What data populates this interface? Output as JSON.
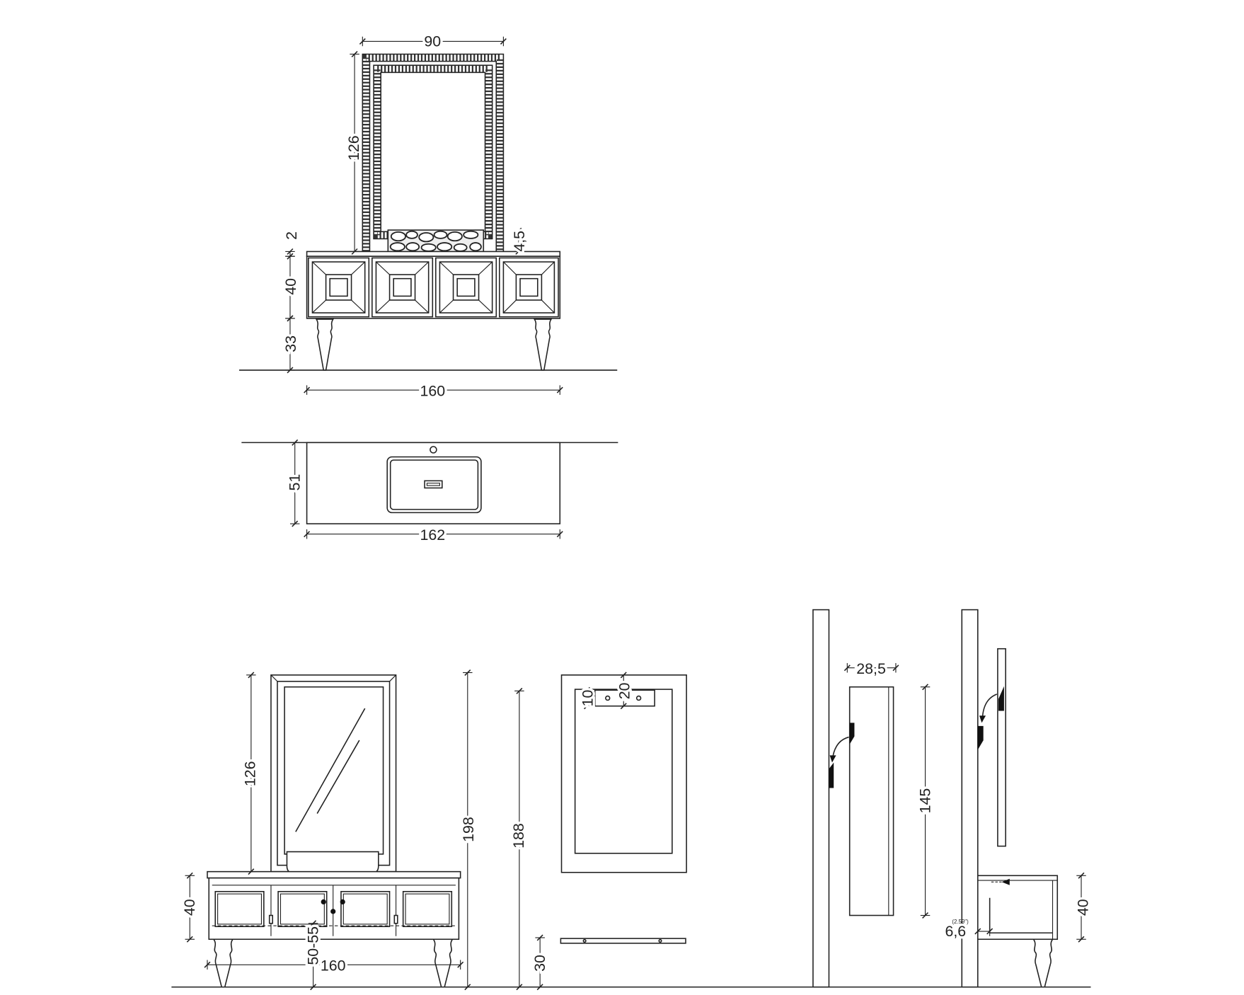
{
  "upper_elevation": {
    "mirror_width": "90",
    "mirror_height": "126",
    "top_thickness": "2",
    "basin_height": "4,5",
    "cabinet_height": "40",
    "leg_height": "33",
    "cabinet_width": "160"
  },
  "plan_view": {
    "depth": "51",
    "width": "162"
  },
  "lower_elevation": {
    "mirror_height": "126",
    "total_height": "198",
    "cabinet_height": "40",
    "basin_height": "50-55",
    "cabinet_width": "160"
  },
  "mirror_panel": {
    "height": "188",
    "bracket_offset": "10",
    "bracket_height": "20",
    "shelf_height": "30"
  },
  "side_view_column": {
    "depth": "28,5",
    "height": "145"
  },
  "side_view_cabinet": {
    "height": "40",
    "offset": "6,6",
    "offset_inches": "(2.59\")"
  }
}
